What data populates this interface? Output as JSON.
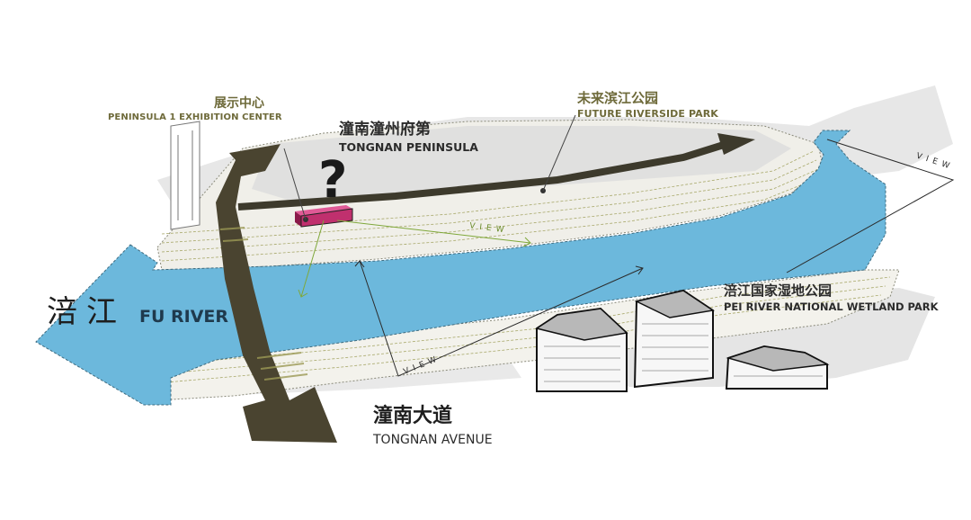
{
  "labels": {
    "exhibition_center": {
      "zh": "展示中心",
      "en": "PENINSULA 1 EXHIBITION CENTER"
    },
    "tongnan_peninsula": {
      "zh": "潼南潼州府第",
      "en": "TONGNAN PENINSULA"
    },
    "future_riverside_park": {
      "zh": "未来滨江公园",
      "en": "FUTURE RIVERSIDE PARK"
    },
    "pei_river_wetland": {
      "zh": "涪江国家湿地公园",
      "en": "PEI RIVER NATIONAL WETLAND PARK"
    },
    "fu_river": {
      "zh": "涪江",
      "en": "FU RIVER"
    },
    "tongnan_avenue": {
      "zh": "潼南大道",
      "en": "TONGNAN AVENUE"
    },
    "question_mark": "?",
    "view_labels": [
      "VIEW",
      "VIEW",
      "VIEW"
    ]
  },
  "colors": {
    "river": "#6cb8dc",
    "river_outline": "#3f6c80",
    "avenue_arrow": "#4a4430",
    "peninsula_path": "#3d3a2c",
    "exhibition_box": "#c0306e",
    "label_gold": "#6e6a3a",
    "contour": "#a8a86a",
    "terrain_gray": "#c9c9c9",
    "view_line": "#2b2b2b",
    "view_line_green": "#7fa83a"
  }
}
